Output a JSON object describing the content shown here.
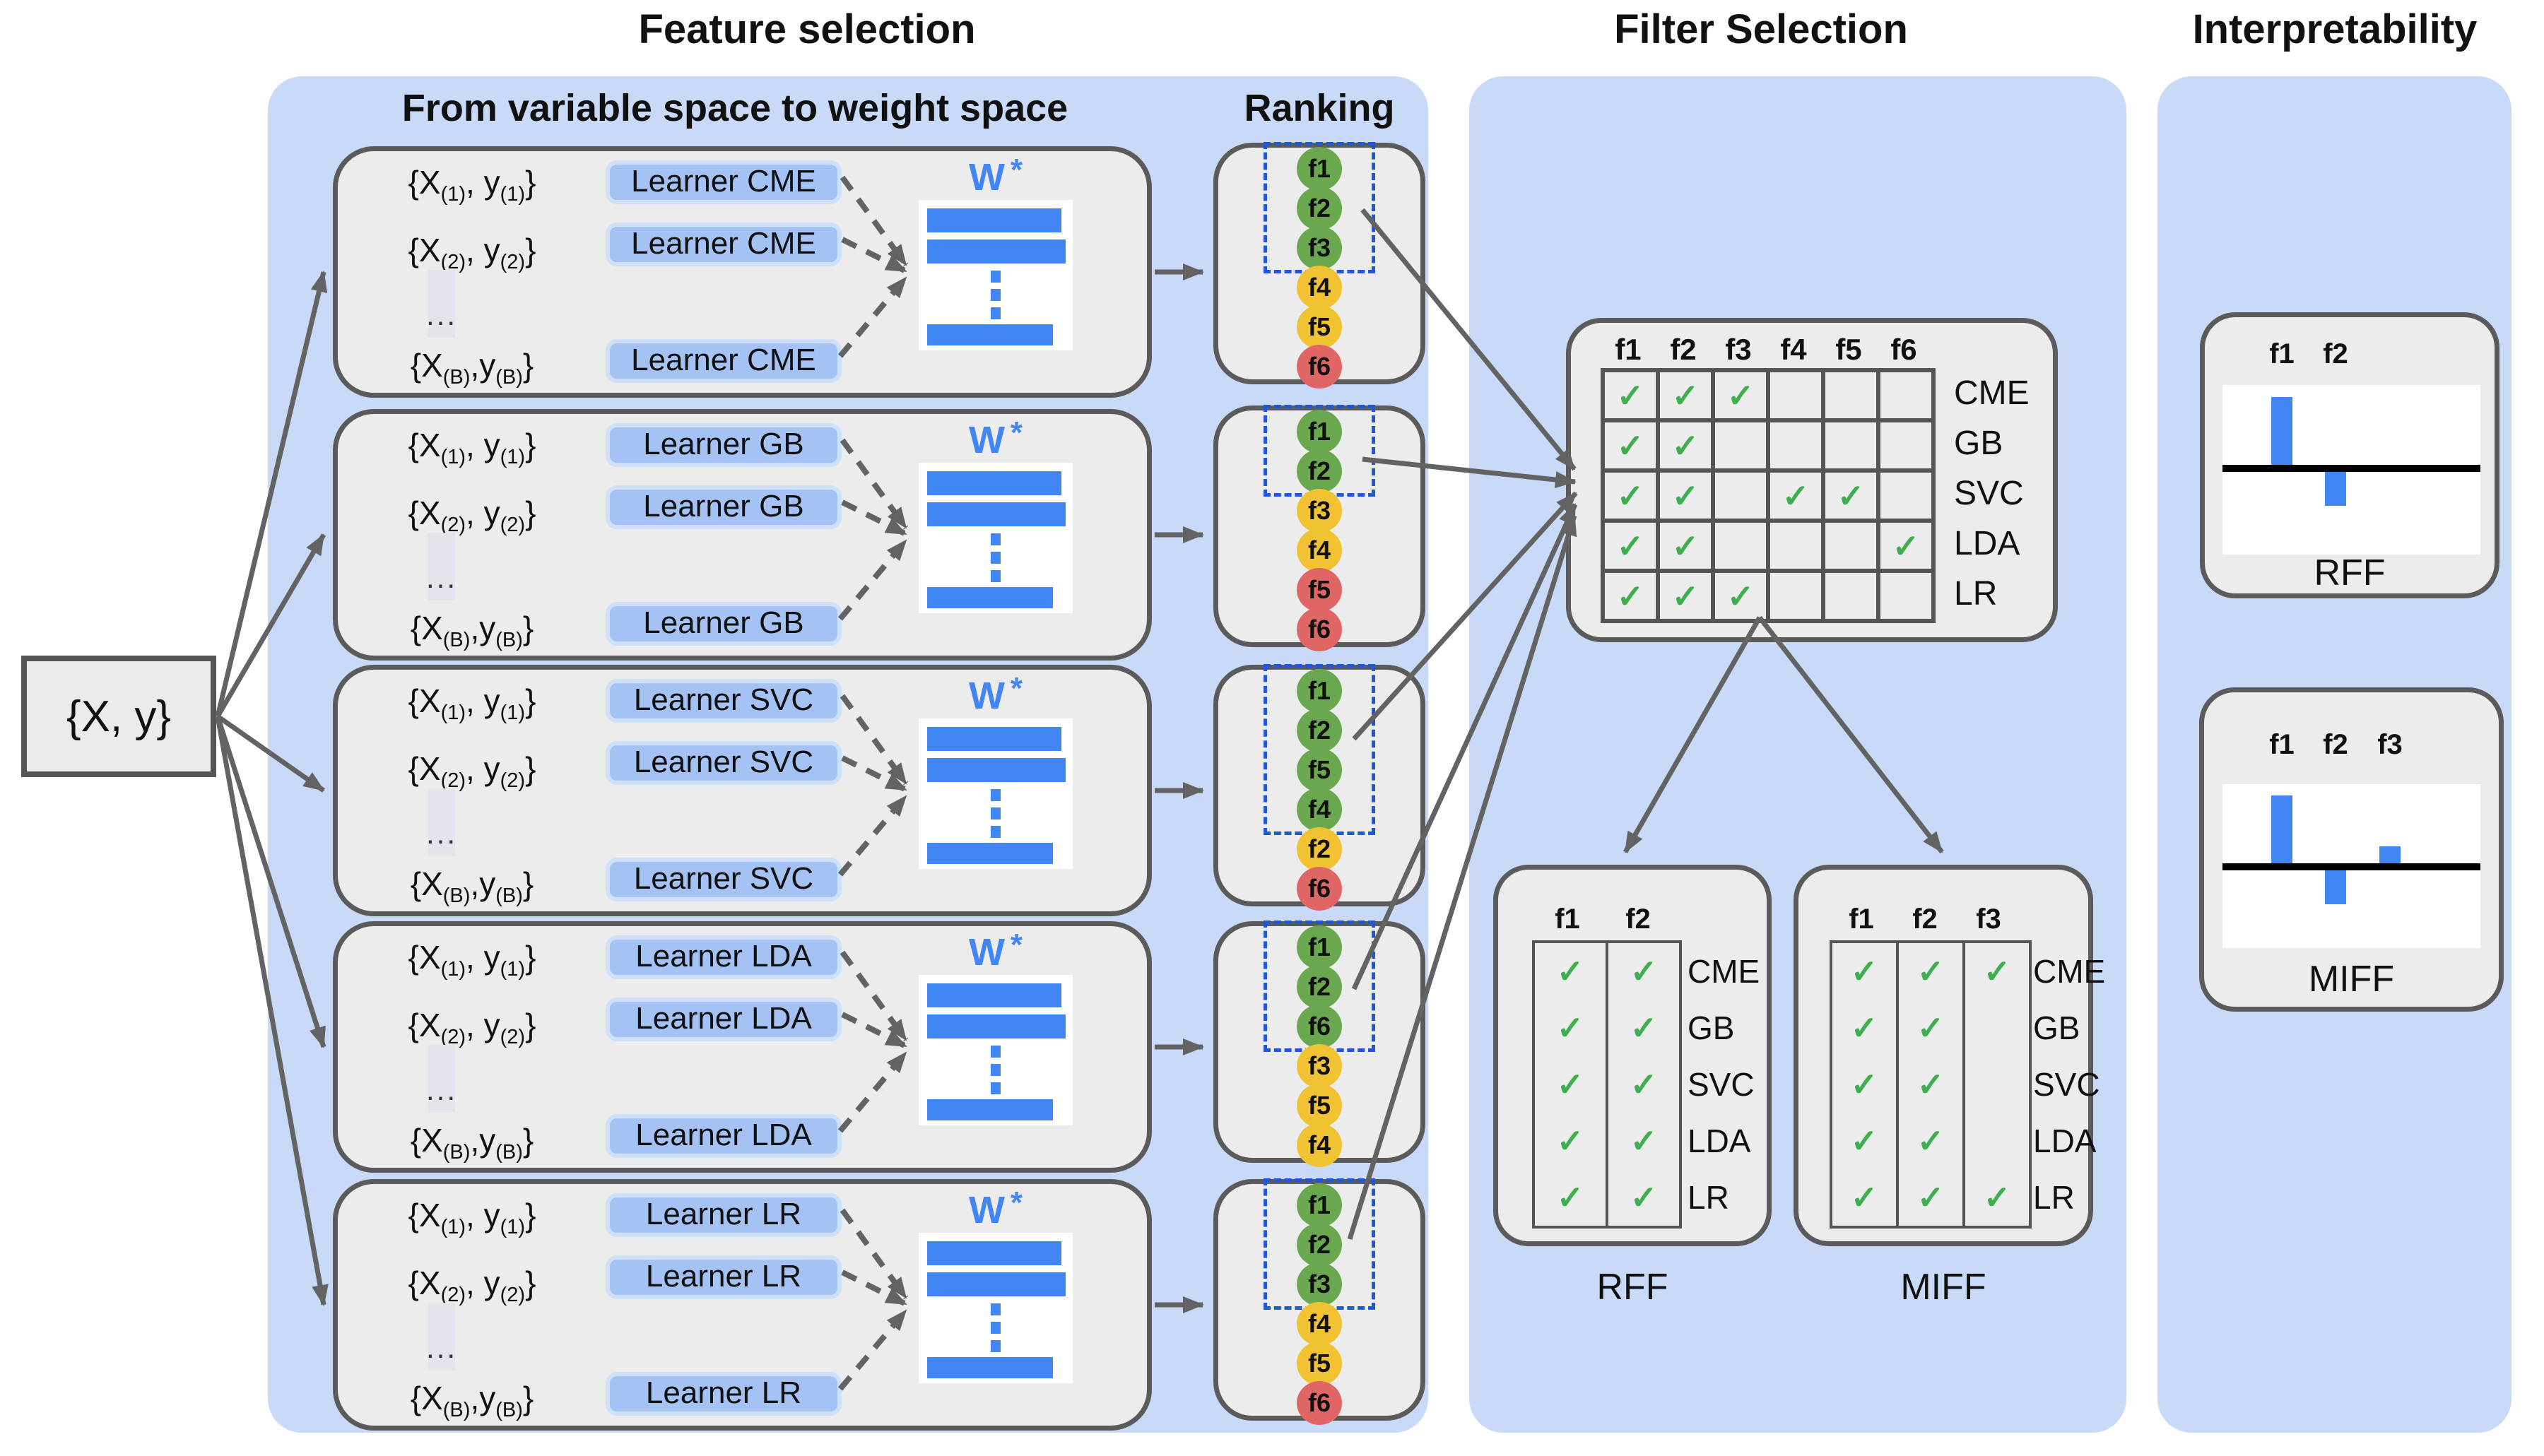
{
  "titles": {
    "feature_selection": "Feature selection",
    "filter_selection": "Filter Selection",
    "interpretability": "Interpretability",
    "weight_space": "From variable space to weight space",
    "ranking": "Ranking"
  },
  "input_box": {
    "label": "{X, y}"
  },
  "dataset_rows": {
    "row1": [
      {
        "t": "{X"
      },
      {
        "t": "(1)",
        "sub": true
      },
      {
        "t": ", y"
      },
      {
        "t": "(1)",
        "sub": true
      },
      {
        "t": "}"
      }
    ],
    "row2": [
      {
        "t": "{X"
      },
      {
        "t": "(2)",
        "sub": true
      },
      {
        "t": ", y"
      },
      {
        "t": "(2)",
        "sub": true
      },
      {
        "t": "}"
      }
    ],
    "dots": "...",
    "rowB": [
      {
        "t": "{X"
      },
      {
        "t": "(B)",
        "sub": true
      },
      {
        "t": ",y"
      },
      {
        "t": "(B)",
        "sub": true
      },
      {
        "t": "}"
      }
    ]
  },
  "weight_vector": {
    "label": "W",
    "star": "*"
  },
  "learners": [
    {
      "name": "CME",
      "button": "Learner CME"
    },
    {
      "name": "GB",
      "button": "Learner GB"
    },
    {
      "name": "SVC",
      "button": "Learner SVC"
    },
    {
      "name": "LDA",
      "button": "Learner LDA"
    },
    {
      "name": "LR",
      "button": "Learner LR"
    }
  ],
  "rankings": [
    {
      "learner": "CME",
      "selected": 3,
      "items": [
        {
          "f": "f1",
          "c": "green"
        },
        {
          "f": "f2",
          "c": "green"
        },
        {
          "f": "f3",
          "c": "green"
        },
        {
          "f": "f4",
          "c": "yellow"
        },
        {
          "f": "f5",
          "c": "yellow"
        },
        {
          "f": "f6",
          "c": "red"
        }
      ]
    },
    {
      "learner": "GB",
      "selected": 2,
      "items": [
        {
          "f": "f1",
          "c": "green"
        },
        {
          "f": "f2",
          "c": "green"
        },
        {
          "f": "f3",
          "c": "yellow"
        },
        {
          "f": "f4",
          "c": "yellow"
        },
        {
          "f": "f5",
          "c": "red"
        },
        {
          "f": "f6",
          "c": "red"
        }
      ]
    },
    {
      "learner": "SVC",
      "selected": 4,
      "items": [
        {
          "f": "f1",
          "c": "green"
        },
        {
          "f": "f2",
          "c": "green"
        },
        {
          "f": "f5",
          "c": "green"
        },
        {
          "f": "f4",
          "c": "green"
        },
        {
          "f": "f2",
          "c": "yellow"
        },
        {
          "f": "f6",
          "c": "red"
        }
      ]
    },
    {
      "learner": "LDA",
      "selected": 3,
      "items": [
        {
          "f": "f1",
          "c": "green"
        },
        {
          "f": "f2",
          "c": "green"
        },
        {
          "f": "f6",
          "c": "green"
        },
        {
          "f": "f3",
          "c": "yellow"
        },
        {
          "f": "f5",
          "c": "yellow"
        },
        {
          "f": "f4",
          "c": "yellow"
        }
      ]
    },
    {
      "learner": "LR",
      "selected": 3,
      "items": [
        {
          "f": "f1",
          "c": "green"
        },
        {
          "f": "f2",
          "c": "green"
        },
        {
          "f": "f3",
          "c": "green"
        },
        {
          "f": "f4",
          "c": "yellow"
        },
        {
          "f": "f5",
          "c": "yellow"
        },
        {
          "f": "f6",
          "c": "red"
        }
      ]
    }
  ],
  "filter_matrix": {
    "check_glyph": "✓",
    "columns": [
      "f1",
      "f2",
      "f3",
      "f4",
      "f5",
      "f6"
    ],
    "rows": [
      {
        "label": "CME",
        "checks": [
          1,
          1,
          1,
          0,
          0,
          0
        ]
      },
      {
        "label": "GB",
        "checks": [
          1,
          1,
          0,
          0,
          0,
          0
        ]
      },
      {
        "label": "SVC",
        "checks": [
          1,
          1,
          0,
          1,
          1,
          0
        ]
      },
      {
        "label": "LDA",
        "checks": [
          1,
          1,
          0,
          0,
          0,
          1
        ]
      },
      {
        "label": "LR",
        "checks": [
          1,
          1,
          1,
          0,
          0,
          0
        ]
      }
    ]
  },
  "rff_table": {
    "caption": "RFF",
    "columns": [
      "f1",
      "f2"
    ],
    "rows": [
      {
        "label": "CME",
        "checks": [
          1,
          1
        ]
      },
      {
        "label": "GB",
        "checks": [
          1,
          1
        ]
      },
      {
        "label": "SVC",
        "checks": [
          1,
          1
        ]
      },
      {
        "label": "LDA",
        "checks": [
          1,
          1
        ]
      },
      {
        "label": "LR",
        "checks": [
          1,
          1
        ]
      }
    ]
  },
  "miff_table": {
    "caption": "MIFF",
    "columns": [
      "f1",
      "f2",
      "f3"
    ],
    "rows": [
      {
        "label": "CME",
        "checks": [
          1,
          1,
          1
        ]
      },
      {
        "label": "GB",
        "checks": [
          1,
          1,
          0
        ]
      },
      {
        "label": "SVC",
        "checks": [
          1,
          1,
          0
        ]
      },
      {
        "label": "LDA",
        "checks": [
          1,
          1,
          0
        ]
      },
      {
        "label": "LR",
        "checks": [
          1,
          1,
          1
        ]
      }
    ]
  },
  "chart_data": [
    {
      "type": "bar",
      "title": "RFF",
      "categories": [
        "f1",
        "f2"
      ],
      "values": [
        0.8,
        -0.4
      ],
      "ylim": [
        -1,
        1
      ],
      "axis_line": true,
      "xlabel": "",
      "ylabel": ""
    },
    {
      "type": "bar",
      "title": "MIFF",
      "categories": [
        "f1",
        "f2",
        "f3"
      ],
      "values": [
        0.8,
        -0.4,
        0.2
      ],
      "ylim": [
        -1,
        1
      ],
      "axis_line": true,
      "xlabel": "",
      "ylabel": ""
    }
  ],
  "colors": {
    "panel_blue": "#c9daf8",
    "box_gray": "#ececec",
    "border_gray": "#5b5b5b",
    "learner_fill": "#a4c2f4",
    "learner_border": "#cfe0fb",
    "bar_blue": "#4285f4",
    "rank_green": "#6aa84f",
    "rank_yellow": "#f1c232",
    "rank_red": "#e06666",
    "check_green": "#3fae4f",
    "dash_blue": "#1f57d8",
    "arrow_gray": "#636363"
  }
}
